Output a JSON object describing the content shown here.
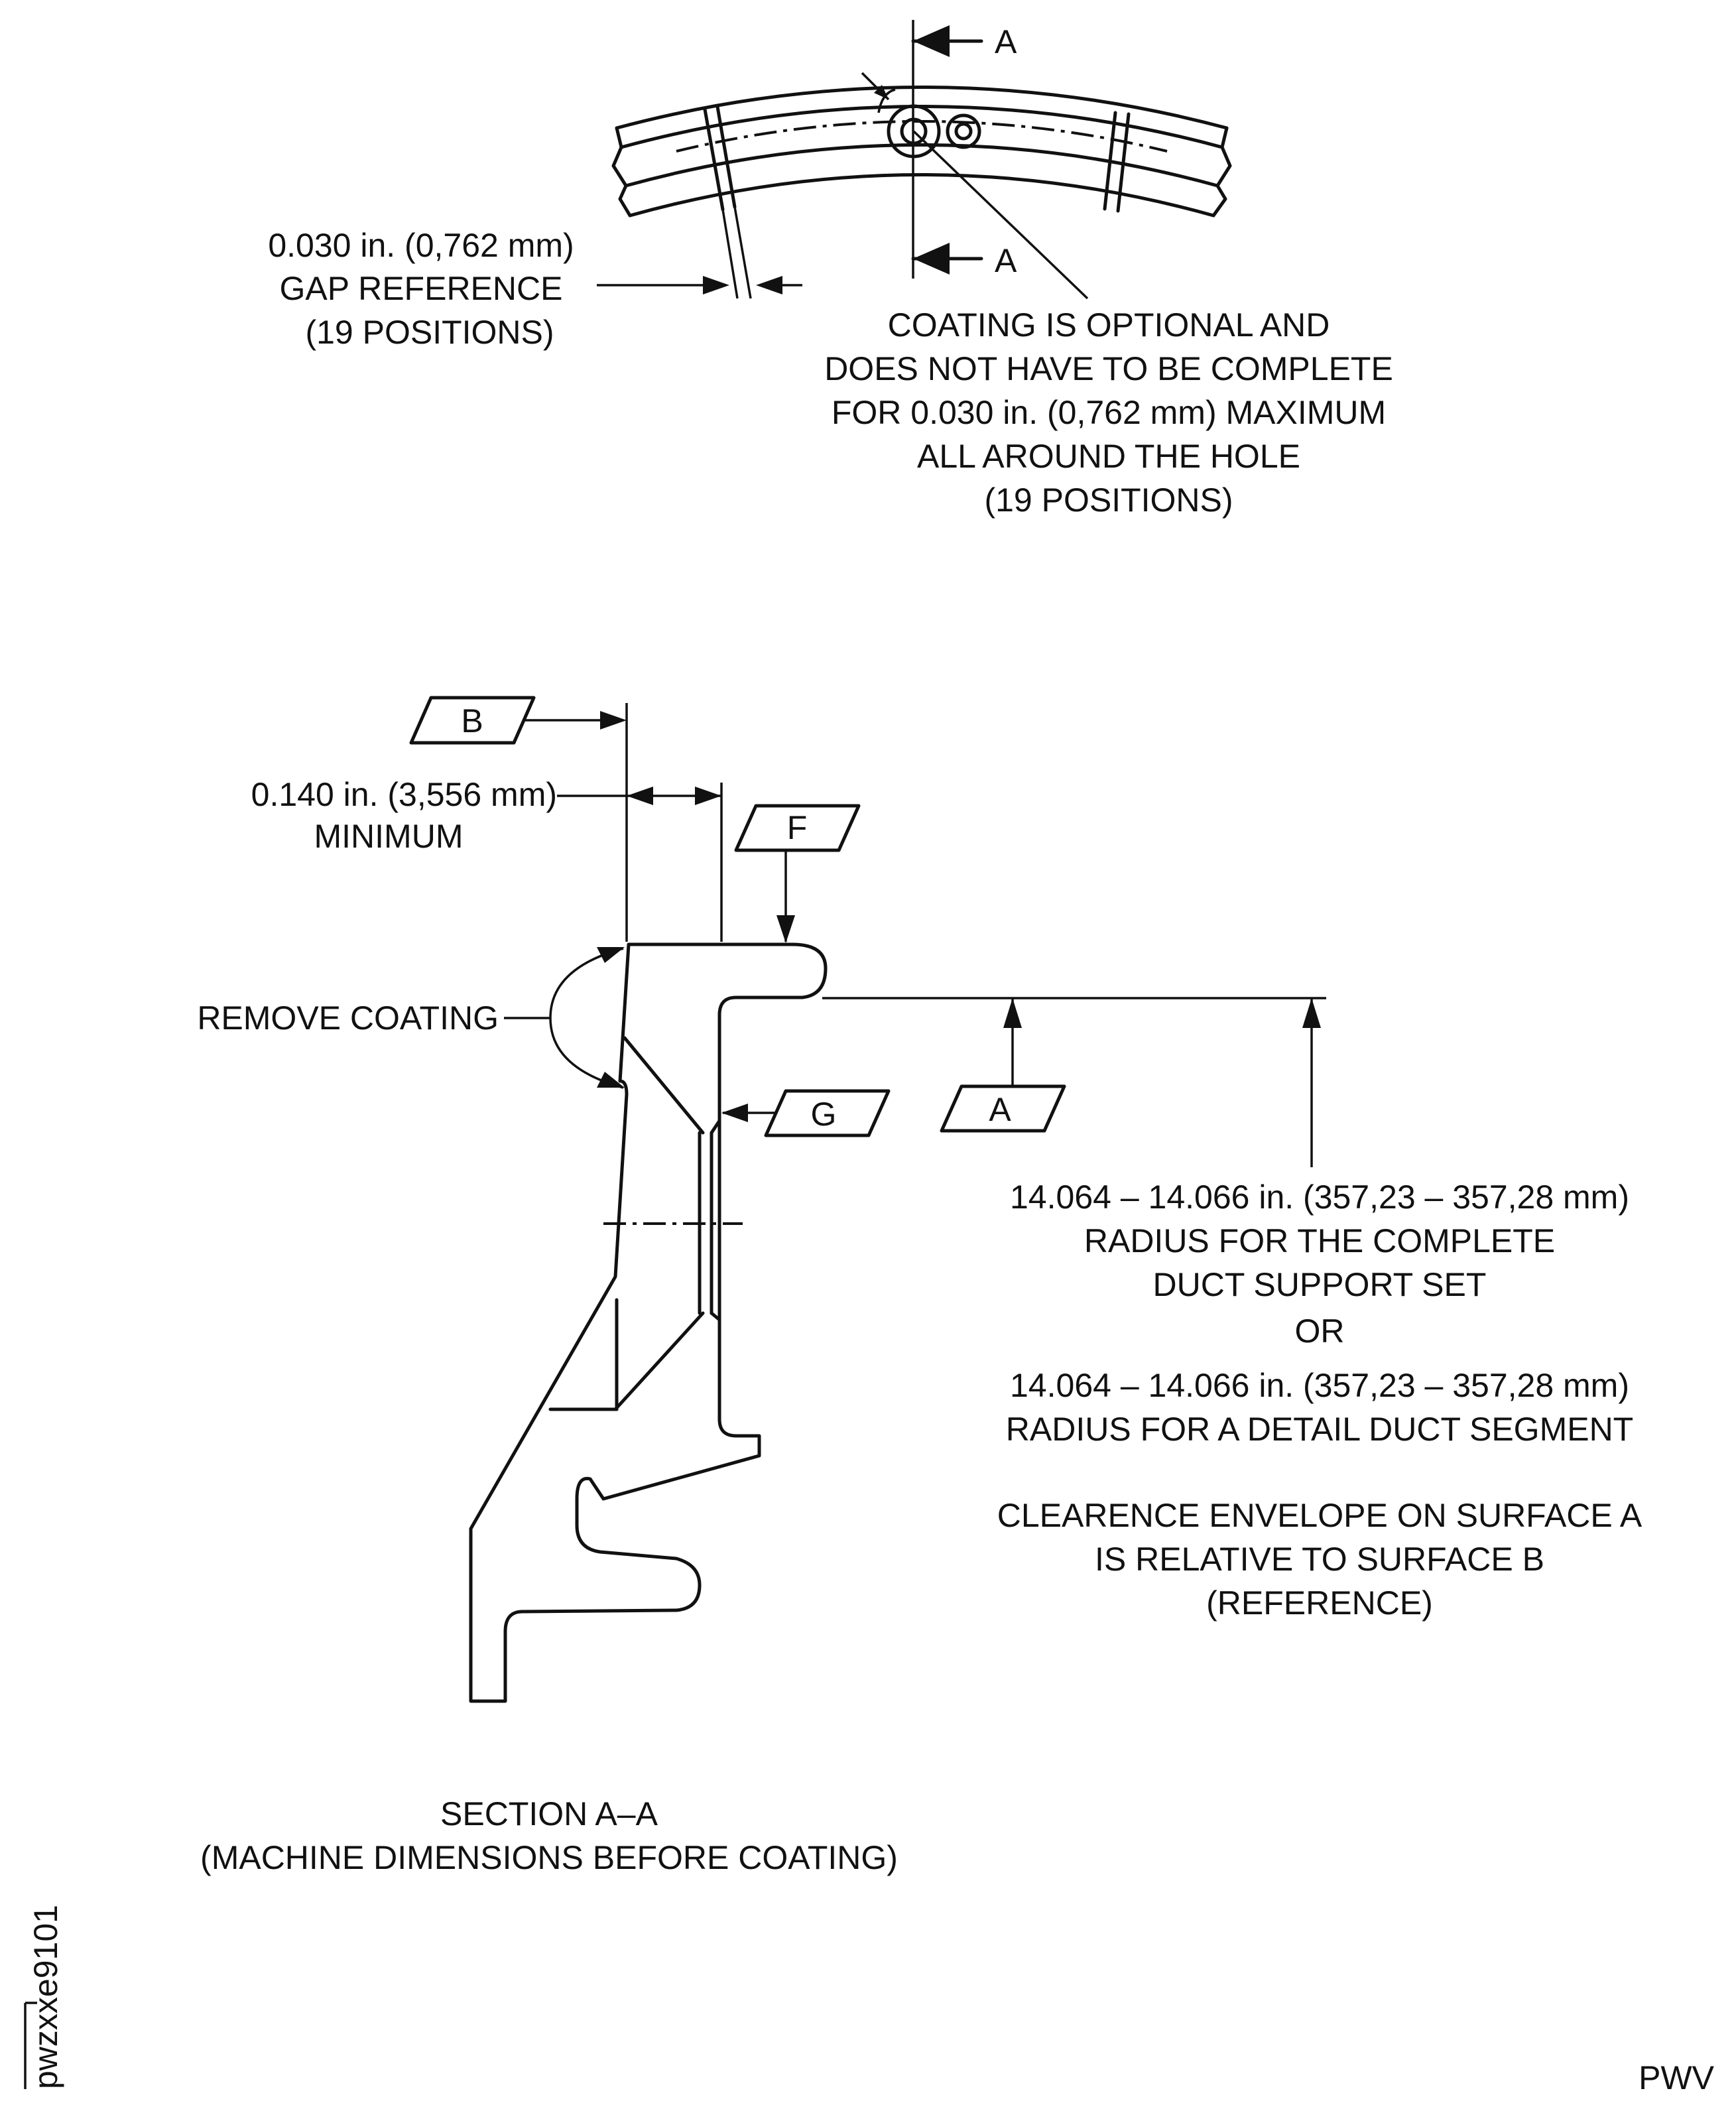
{
  "section_view_labels": {
    "section_letter_top": "A",
    "section_letter_bottom": "A"
  },
  "gap_note": {
    "line1": "0.030 in. (0,762 mm)",
    "line2": "GAP REFERENCE",
    "line3": "(19 POSITIONS)"
  },
  "coating_note": {
    "line1": "COATING IS OPTIONAL AND",
    "line2": "DOES NOT HAVE TO BE COMPLETE",
    "line3": "FOR 0.030 in. (0,762 mm) MAXIMUM",
    "line4": "ALL AROUND THE HOLE",
    "line5": "(19 POSITIONS)"
  },
  "datums": {
    "b": "B",
    "f": "F",
    "g": "G",
    "a": "A"
  },
  "min_dim": {
    "line1": "0.140 in. (3,556 mm)",
    "line2": "MINIMUM"
  },
  "remove_coating": "REMOVE COATING",
  "radius_note": {
    "line1": "14.064 – 14.066 in. (357,23 – 357,28 mm)",
    "line2": "RADIUS FOR THE COMPLETE",
    "line3": "DUCT SUPPORT SET",
    "line4": "OR",
    "line5": "14.064 – 14.066 in. (357,23 – 357,28 mm)",
    "line6": "RADIUS FOR A DETAIL DUCT SEGMENT"
  },
  "clearance_note": {
    "line1": "CLEARENCE ENVELOPE ON SURFACE A",
    "line2": "IS RELATIVE TO SURFACE B",
    "line3": "(REFERENCE)"
  },
  "section_caption": {
    "line1": "SECTION A–A",
    "line2": "(MACHINE DIMENSIONS BEFORE COATING)"
  },
  "figure_id": "pwzxxe9101",
  "publisher": "PWV"
}
